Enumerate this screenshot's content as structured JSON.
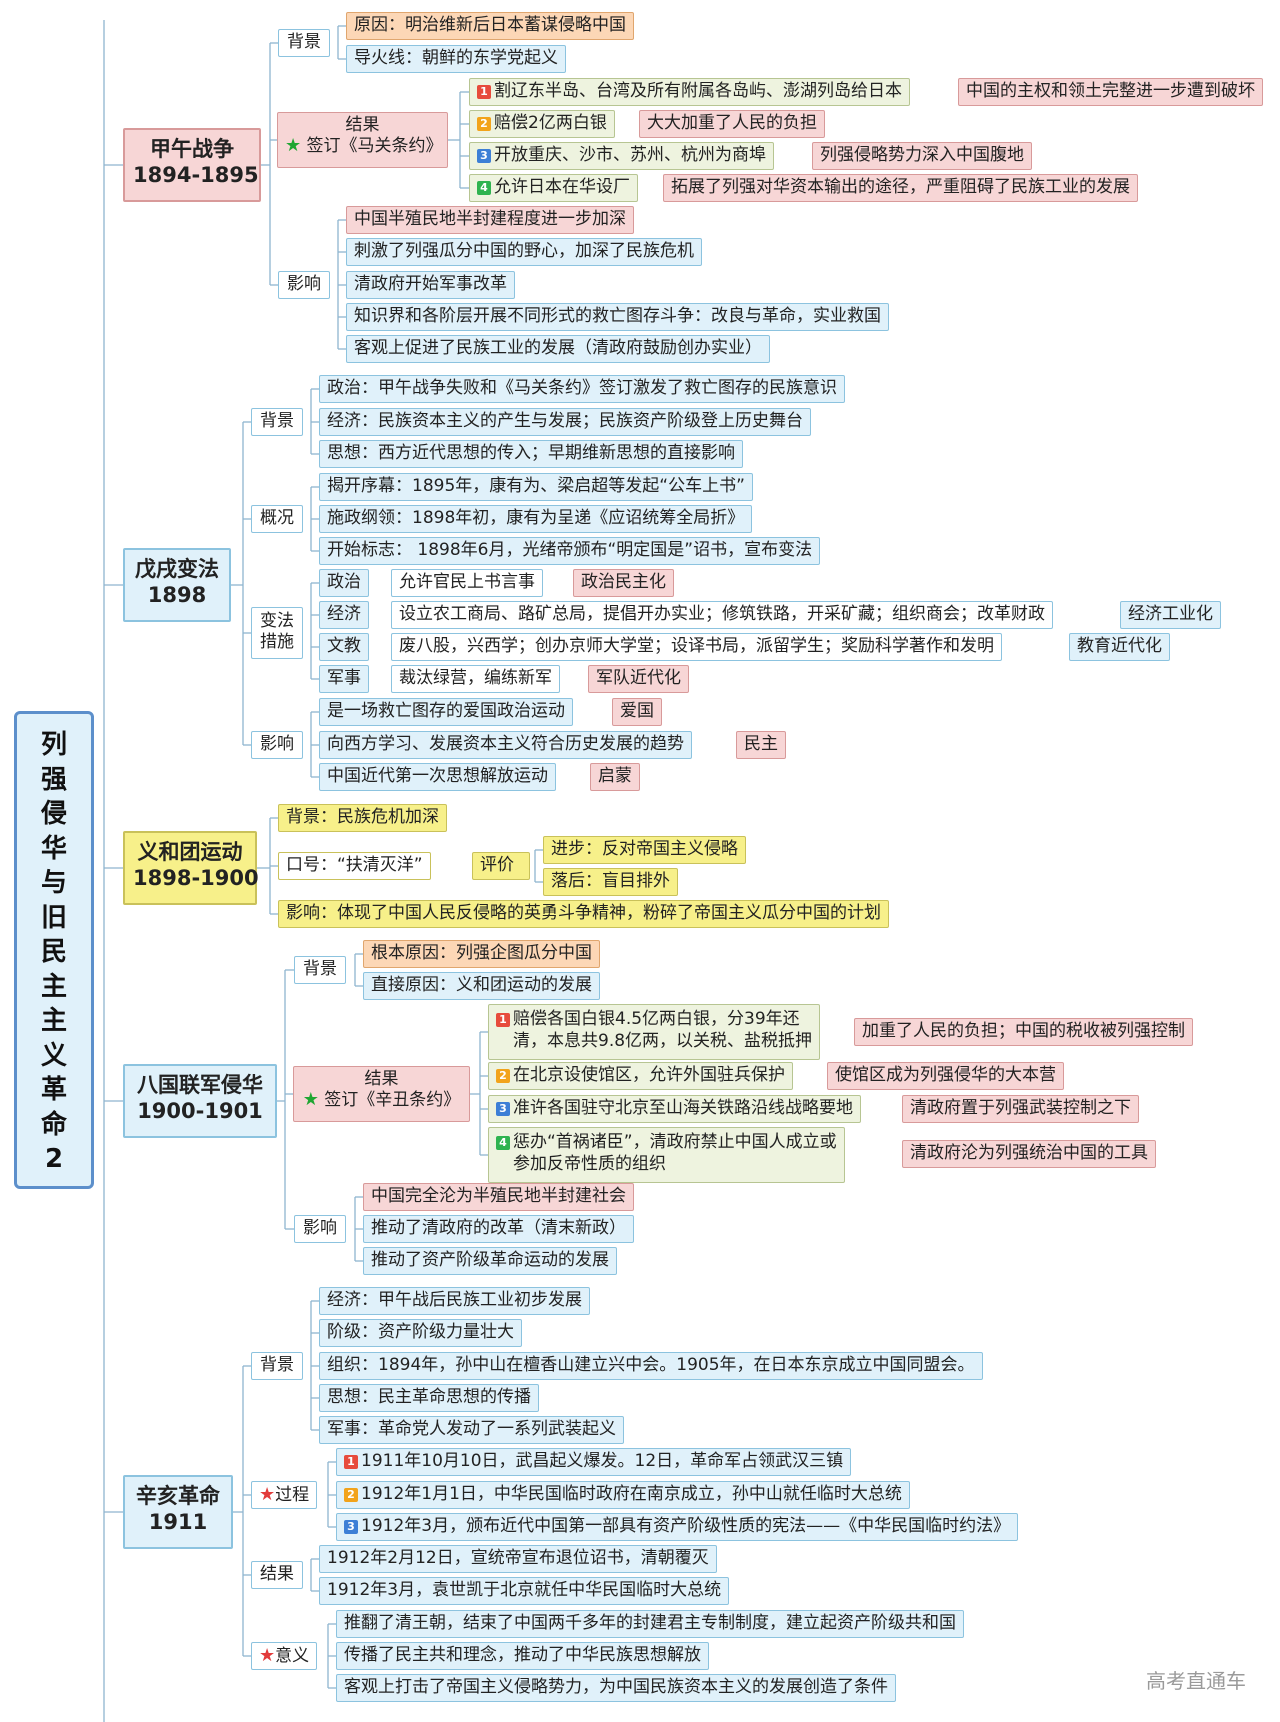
{
  "title": "列强侵华与旧民主主义革命2",
  "watermark": "高考直通车",
  "jiawu": {
    "era": "甲午战争",
    "years": "1894-1895",
    "bg_label": "背景",
    "bg": [
      "原因：明治维新后日本蓄谋侵略中国",
      "导火线：朝鲜的东学党起义"
    ],
    "result_l1": "结果",
    "result_l2": "签订《马关条约》",
    "terms": [
      {
        "num": "1",
        "text": "割辽东半岛、台湾及所有附属各岛屿、澎湖列岛给日本",
        "effect": "中国的主权和领土完整进一步遭到破坏"
      },
      {
        "num": "2",
        "text": "赔偿2亿两白银",
        "effect": "大大加重了人民的负担"
      },
      {
        "num": "3",
        "text": "开放重庆、沙市、苏州、杭州为商埠",
        "effect": "列强侵略势力深入中国腹地"
      },
      {
        "num": "4",
        "text": "允许日本在华设厂",
        "effect": "拓展了列强对华资本输出的途径，严重阻碍了民族工业的发展"
      }
    ],
    "impact_label": "影响",
    "impact": [
      "中国半殖民地半封建程度进一步加深",
      "刺激了列强瓜分中国的野心，加深了民族危机",
      "清政府开始军事改革",
      "知识界和各阶层开展不同形式的救亡图存斗争：改良与革命，实业救国",
      "客观上促进了民族工业的发展（清政府鼓励创办实业）"
    ]
  },
  "wuxu": {
    "era": "戊戌变法",
    "years": "1898",
    "bg_label": "背景",
    "bg": [
      "政治：甲午战争失败和《马关条约》签订激发了救亡图存的民族意识",
      "经济：民族资本主义的产生与发展；民族资产阶级登上历史舞台",
      "思想：西方近代思想的传入；早期维新思想的直接影响"
    ],
    "overview_label": "概况",
    "overview": [
      "揭开序幕：1895年，康有为、梁启超等发起“公车上书”",
      "施政纲领：1898年初，康有为呈递《应诏统筹全局折》",
      "开始标志： 1898年6月，光绪帝颁布“明定国是”诏书，宣布变法"
    ],
    "measures_l1": "变法",
    "measures_l2": "措施",
    "measures": [
      {
        "cat": "政治",
        "text": "允许官民上书言事",
        "goal": "政治民主化"
      },
      {
        "cat": "经济",
        "text": "设立农工商局、路矿总局，提倡开办实业；修筑铁路，开采矿藏；组织商会；改革财政",
        "goal": "经济工业化"
      },
      {
        "cat": "文教",
        "text": "废八股，兴西学；创办京师大学堂；设译书局，派留学生；奖励科学著作和发明",
        "goal": "教育近代化"
      },
      {
        "cat": "军事",
        "text": "裁汰绿营，编练新军",
        "goal": "军队近代化"
      }
    ],
    "impact_label": "影响",
    "impact": [
      {
        "text": "是一场救亡图存的爱国政治运动",
        "tag": "爱国"
      },
      {
        "text": "向西方学习、发展资本主义符合历史发展的趋势",
        "tag": "民主"
      },
      {
        "text": "中国近代第一次思想解放运动",
        "tag": "启蒙"
      }
    ]
  },
  "yihetuan": {
    "era": "义和团运动",
    "years": "1898-1900",
    "bg": "背景：民族危机加深",
    "slogan": "口号：“扶清灭洋”",
    "eval_label": "评价",
    "eval": [
      "进步：反对帝国主义侵略",
      "落后：盲目排外"
    ],
    "impact": "影响：体现了中国人民反侵略的英勇斗争精神，粉碎了帝国主义瓜分中国的计划"
  },
  "baguo": {
    "era": "八国联军侵华",
    "years": "1900-1901",
    "bg_label": "背景",
    "bg": [
      "根本原因：列强企图瓜分中国",
      "直接原因：义和团运动的发展"
    ],
    "result_l1": "结果",
    "result_l2": "签订《辛丑条约》",
    "terms": [
      {
        "num": "1",
        "text_l1": "赔偿各国白银4.5亿两白银，分39年还",
        "text_l2": "清，本息共9.8亿两，以关税、盐税抵押",
        "effect": "加重了人民的负担；中国的税收被列强控制"
      },
      {
        "num": "2",
        "text_l1": "在北京设使馆区，允许外国驻兵保护",
        "text_l2": "",
        "effect": "使馆区成为列强侵华的大本营"
      },
      {
        "num": "3",
        "text_l1": "准许各国驻守北京至山海关铁路沿线战略要地",
        "text_l2": "",
        "effect": "清政府置于列强武装控制之下"
      },
      {
        "num": "4",
        "text_l1": "惩办“首祸诸臣”，清政府禁止中国人成立或",
        "text_l2": "参加反帝性质的组织",
        "effect": "清政府沦为列强统治中国的工具"
      }
    ],
    "impact_label": "影响",
    "impact": [
      "中国完全沦为半殖民地半封建社会",
      "推动了清政府的改革（清末新政）",
      "推动了资产阶级革命运动的发展"
    ]
  },
  "xinhai": {
    "era": "辛亥革命",
    "years": "1911",
    "bg_label": "背景",
    "bg": [
      "经济：甲午战后民族工业初步发展",
      "阶级：资产阶级力量壮大",
      "组织：1894年，孙中山在檀香山建立兴中会。1905年，在日本东京成立中国同盟会。",
      "思想：民主革命思想的传播",
      "军事：革命党人发动了一系列武装起义"
    ],
    "process_label": "过程",
    "process": [
      {
        "num": "1",
        "text": "1911年10月10日，武昌起义爆发。12日，革命军占领武汉三镇"
      },
      {
        "num": "2",
        "text": "1912年1月1日，中华民国临时政府在南京成立，孙中山就任临时大总统"
      },
      {
        "num": "3",
        "text": "1912年3月，颁布近代中国第一部具有资产阶级性质的宪法——《中华民国临时约法》"
      }
    ],
    "result_label": "结果",
    "result": [
      "1912年2月12日，宣统帝宣布退位诏书，清朝覆灭",
      "1912年3月，袁世凯于北京就任中华民国临时大总统"
    ],
    "meaning_label": "意义",
    "meaning": [
      "推翻了清王朝，结束了中国两千多年的封建君主专制制度，建立起资产阶级共和国",
      "传播了民主共和理念，推动了中华民族思想解放",
      "客观上打击了帝国主义侵略势力，为中国民族资本主义的发展创造了条件"
    ]
  }
}
